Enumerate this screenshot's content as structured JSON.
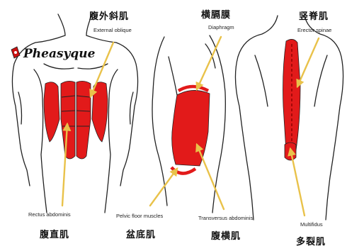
{
  "brand": {
    "name": "Pheasyque"
  },
  "labels": {
    "external_oblique": {
      "cn": "腹外斜肌",
      "en": "External oblique"
    },
    "diaphragm": {
      "cn": "横膈膜",
      "en": "Diaphragm"
    },
    "erector_spinae": {
      "cn": "竖脊肌",
      "en": "Erector spinae"
    },
    "rectus_abdominis": {
      "cn": "腹直肌",
      "en": "Rectus abdominis"
    },
    "pelvic_floor": {
      "cn": "盆底肌",
      "en": "Pelvic floor muscles"
    },
    "transversus_abdominis": {
      "cn": "腹横肌",
      "en": "Transversus abdominis"
    },
    "multifidus": {
      "cn": "多裂肌",
      "en": "Multifidus"
    }
  },
  "colors": {
    "muscle": "#e21a1a",
    "arrow": "#e9c24a",
    "outline": "#222222"
  },
  "icons": [
    "pheasyque-logo-icon"
  ]
}
